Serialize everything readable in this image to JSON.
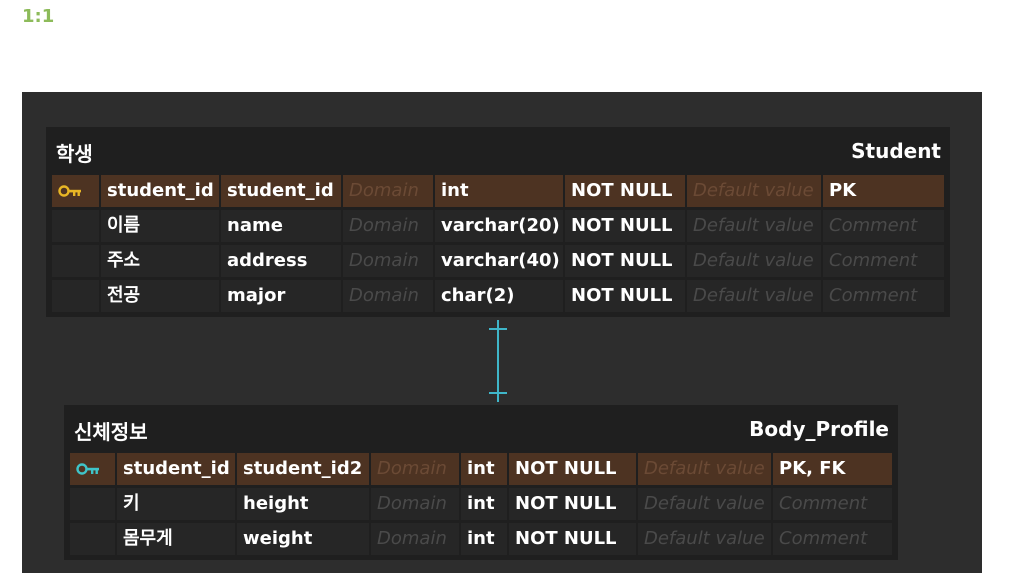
{
  "ratio_label": "1:1",
  "colors": {
    "key_student": "#e8b625",
    "key_body": "#3fc4c9",
    "relationship": "#3fb6c9"
  },
  "student": {
    "logical_name": "학생",
    "physical_name": "Student",
    "rows": [
      {
        "logical": "student_id",
        "physical": "student_id",
        "domain": "Domain",
        "type": "int",
        "nullability": "NOT NULL",
        "default": "Default value",
        "comment": "PK",
        "pk": true
      },
      {
        "logical": "이름",
        "physical": "name",
        "domain": "Domain",
        "type": "varchar(20)",
        "nullability": "NOT NULL",
        "default": "Default value",
        "comment": "Comment",
        "pk": false
      },
      {
        "logical": "주소",
        "physical": "address",
        "domain": "Domain",
        "type": "varchar(40)",
        "nullability": "NOT NULL",
        "default": "Default value",
        "comment": "Comment",
        "pk": false
      },
      {
        "logical": "전공",
        "physical": "major",
        "domain": "Domain",
        "type": "char(2)",
        "nullability": "NOT NULL",
        "default": "Default value",
        "comment": "Comment",
        "pk": false
      }
    ]
  },
  "body_profile": {
    "logical_name": "신체정보",
    "physical_name": "Body_Profile",
    "rows": [
      {
        "logical": "student_id",
        "physical": "student_id2",
        "domain": "Domain",
        "type": "int",
        "nullability": "NOT NULL",
        "default": "Default value",
        "comment": "PK, FK",
        "pk": true
      },
      {
        "logical": "키",
        "physical": "height",
        "domain": "Domain",
        "type": "int",
        "nullability": "NOT NULL",
        "default": "Default value",
        "comment": "Comment",
        "pk": false
      },
      {
        "logical": "몸무게",
        "physical": "weight",
        "domain": "Domain",
        "type": "int",
        "nullability": "NOT NULL",
        "default": "Default value",
        "comment": "Comment",
        "pk": false
      }
    ]
  }
}
